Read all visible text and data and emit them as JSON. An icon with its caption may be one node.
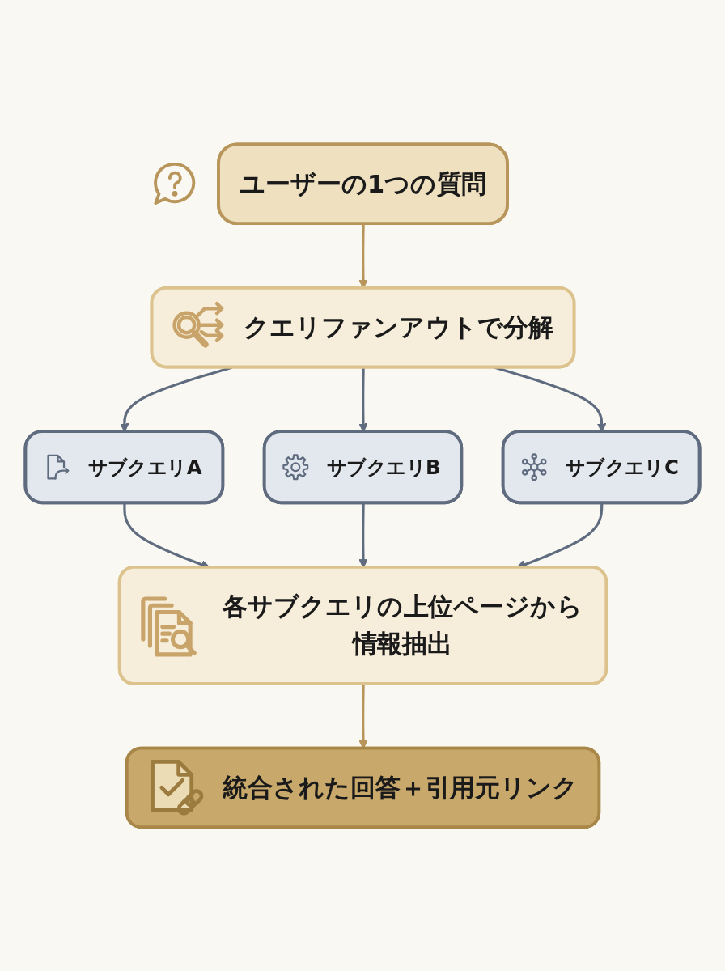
{
  "diagram": {
    "nodes": [
      {
        "text": [
          "ユーザーの1つの質問"
        ]
      },
      {
        "text": [
          "クエリファンアウトで分解"
        ]
      },
      {
        "text": [
          "サブクエリA"
        ]
      },
      {
        "text": [
          "サブクエリB"
        ]
      },
      {
        "text": [
          "サブクエリC"
        ]
      },
      {
        "text": [
          "各サブクエリの上位ページから情報抽出"
        ]
      },
      {
        "text": [
          "統合された回答＋引用元リンク"
        ]
      }
    ],
    "edges": [
      {
        "from": 0,
        "to": 1,
        "arrow": "to",
        "color": "#b8955a"
      },
      {
        "from": 1,
        "to": 2,
        "arrow": "to"
      },
      {
        "from": 1,
        "to": 3,
        "arrow": "to"
      },
      {
        "from": 1,
        "to": 4,
        "arrow": "to"
      },
      {
        "from": 2,
        "to": 5,
        "arrow": "to"
      },
      {
        "from": 3,
        "to": 5,
        "arrow": "to"
      },
      {
        "from": 4,
        "to": 5,
        "arrow": "to"
      },
      {
        "from": 5,
        "to": 6,
        "arrow": "to",
        "color": "#b8955a"
      }
    ]
  }
}
